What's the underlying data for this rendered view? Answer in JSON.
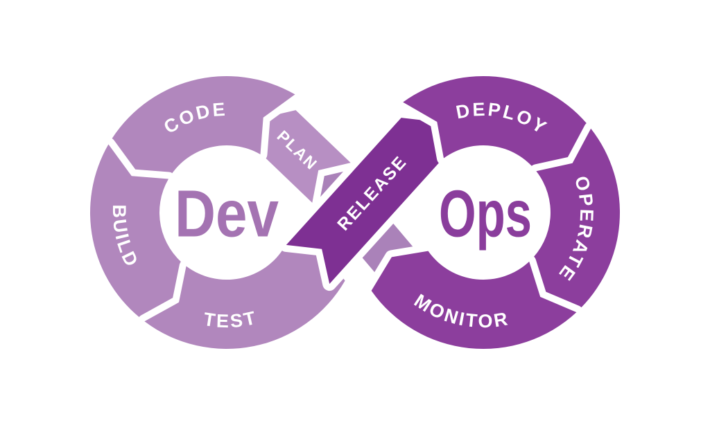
{
  "diagram": {
    "title_left": "Dev",
    "title_right": "Ops",
    "stages": {
      "plan": "PLAN",
      "code": "CODE",
      "build": "BUILD",
      "test": "TEST",
      "release": "RELEASE",
      "deploy": "DEPLOY",
      "operate": "OPERATE",
      "monitor": "MONITOR"
    },
    "colors": {
      "background": "#ffffff",
      "dev_ring": "#b187bd",
      "plan_chevron": "#b78fc3",
      "under_band": "#aa82b9",
      "ops_ring": "#8c3e9d",
      "release_band": "#7e3093",
      "dev_text": "#a473b2",
      "ops_text": "#8a3d9c",
      "stage_text": "#ffffff"
    }
  }
}
